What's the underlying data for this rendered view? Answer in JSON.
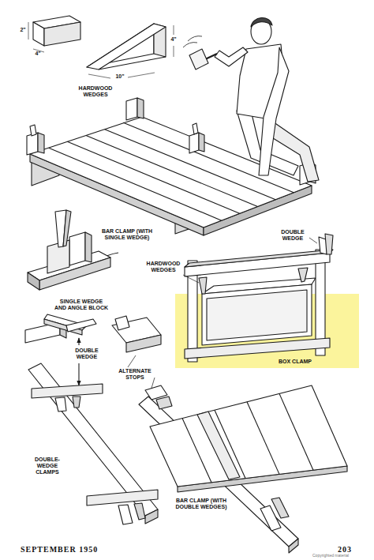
{
  "diagram": {
    "nodes": [
      {
        "text": [
          "BOX CLAMP"
        ]
      }
    ],
    "labels": [
      "2\"",
      "4\"",
      "4\"",
      "10\"",
      "HARDWOOD WEDGES",
      "BAR CLAMP (WITH SINGLE WEDGE)",
      "SINGLE WEDGE AND ANGLE BLOCK",
      "DOUBLE WEDGE",
      "HARDWOOD WEDGES",
      "DOUBLE WEDGE",
      "ALTERNATE STOPS",
      "DOUBLE-WEDGE CLAMPS",
      "BAR CLAMP (WITH DOUBLE WEDGES)",
      "SEPTEMBER 1950",
      "203",
      "Copyrighted material"
    ]
  }
}
